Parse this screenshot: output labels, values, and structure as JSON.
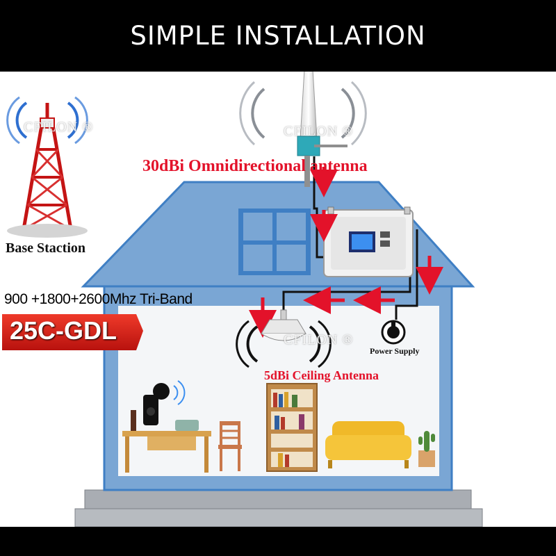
{
  "title": "SIMPLE INSTALLATION",
  "labels": {
    "base_station": "Base Staction",
    "outdoor_antenna": "30dBi Omnidirectional antenna",
    "indoor_antenna": "5dBi Ceiling Antenna",
    "power_supply": "Power Supply",
    "bands": "900 +1800+2600Mhz Tri-Band",
    "model": "25C-GDL"
  },
  "watermark": "CFILON ®",
  "colors": {
    "house_wall": "#7aa6d4",
    "house_outline": "#3f7fc4",
    "interior": "#f4f6f8",
    "arrow_red": "#e3122a",
    "title_bar": "#000000",
    "badge_red": "#d81f1f"
  }
}
